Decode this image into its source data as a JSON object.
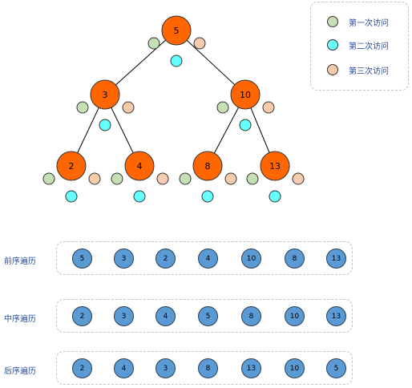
{
  "colors": {
    "node_fill": "#ff6600",
    "first_visit": "#c5e0b4",
    "second_visit": "#66ffff",
    "third_visit": "#f8cbad",
    "sequence_node": "#5b9bd5",
    "label_text": "#2a4d9e"
  },
  "legend": [
    {
      "label": "第一次访问",
      "color": "#c5e0b4"
    },
    {
      "label": "第二次访问",
      "color": "#66ffff"
    },
    {
      "label": "第三次访问",
      "color": "#f8cbad"
    }
  ],
  "tree": {
    "nodes": [
      {
        "id": "n5",
        "label": "5"
      },
      {
        "id": "n3",
        "label": "3"
      },
      {
        "id": "n10",
        "label": "10"
      },
      {
        "id": "n2",
        "label": "2"
      },
      {
        "id": "n4",
        "label": "4"
      },
      {
        "id": "n8",
        "label": "8"
      },
      {
        "id": "n13",
        "label": "13"
      }
    ],
    "edges": [
      [
        "n5",
        "n3"
      ],
      [
        "n5",
        "n10"
      ],
      [
        "n3",
        "n2"
      ],
      [
        "n3",
        "n4"
      ],
      [
        "n10",
        "n8"
      ],
      [
        "n10",
        "n13"
      ]
    ]
  },
  "traversals": [
    {
      "label": "前序遍历",
      "values": [
        "5",
        "3",
        "2",
        "4",
        "10",
        "8",
        "13"
      ]
    },
    {
      "label": "中序遍历",
      "values": [
        "2",
        "3",
        "4",
        "5",
        "8",
        "10",
        "13"
      ]
    },
    {
      "label": "后序遍历",
      "values": [
        "2",
        "4",
        "3",
        "8",
        "13",
        "10",
        "5"
      ]
    }
  ]
}
